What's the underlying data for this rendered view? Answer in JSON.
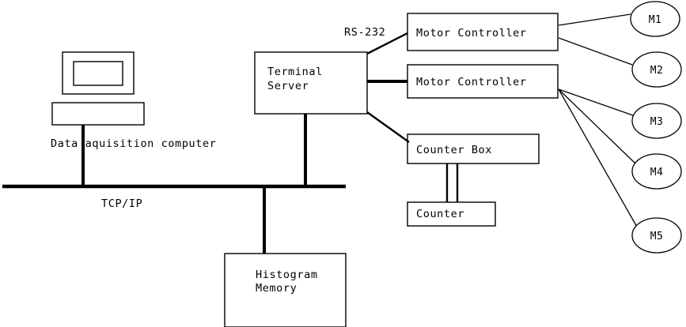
{
  "diagram": {
    "title": "Data acquisition system block diagram",
    "colors": {
      "background": "#ffffff",
      "stroke": "#000000",
      "fill": "#ffffff"
    },
    "nodes": {
      "monitor": {
        "name": "monitor",
        "label": ""
      },
      "computer_base": {
        "name": "computer-base",
        "label": ""
      },
      "computer_caption": {
        "label": "Data aquisition computer"
      },
      "terminal_server": {
        "label_line1": "Terminal",
        "label_line2": "Server"
      },
      "motor_controller_1": {
        "label": "Motor Controller"
      },
      "motor_controller_2": {
        "label": "Motor Controller"
      },
      "counter_box": {
        "label": "Counter Box"
      },
      "counter": {
        "label": "Counter"
      },
      "histogram_memory": {
        "label_line1": "Histogram",
        "label_line2": "Memory"
      },
      "motors": [
        {
          "id": "m1",
          "label": "M1"
        },
        {
          "id": "m2",
          "label": "M2"
        },
        {
          "id": "m3",
          "label": "M3"
        },
        {
          "id": "m4",
          "label": "M4"
        },
        {
          "id": "m5",
          "label": "M5"
        }
      ]
    },
    "links": {
      "bus_label": "TCP/IP",
      "serial_label": "RS-232"
    }
  }
}
